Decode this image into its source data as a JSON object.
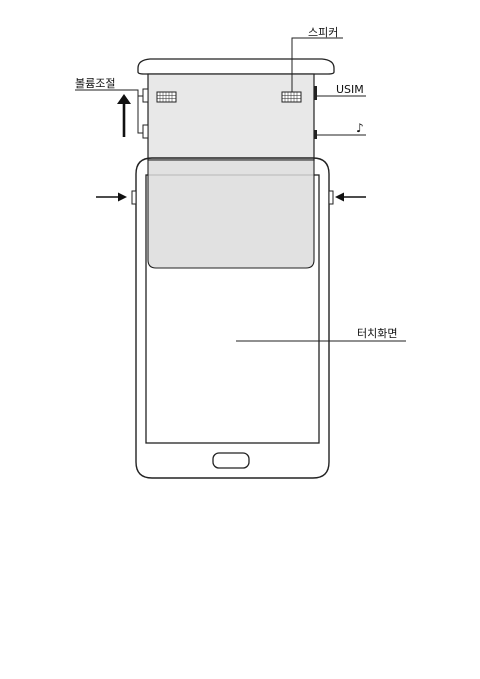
{
  "labels": {
    "speaker": "스피커",
    "volume": "볼륨조절",
    "usim": "USIM",
    "music": "♪",
    "touch_screen": "터치화면"
  },
  "colors": {
    "line": "#222222",
    "slide_panel_fill": "#e8e8e8",
    "screen_overlap_fill": "#dcdcdc",
    "grille_fill": "#ffffff",
    "background": "#ffffff"
  },
  "icons": {
    "up_arrow": "volume-up-arrow-icon",
    "left_arrow": "press-left-arrow-icon",
    "right_arrow": "press-right-arrow-icon"
  }
}
